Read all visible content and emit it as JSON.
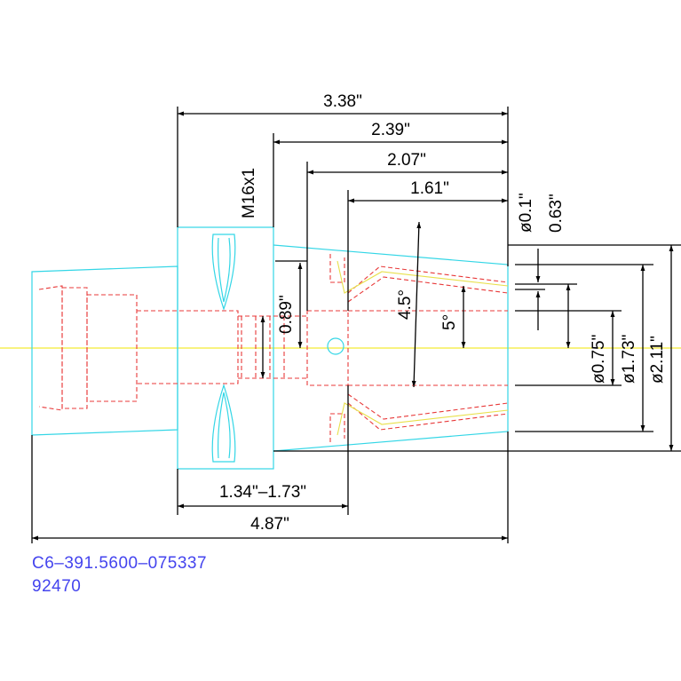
{
  "colors": {
    "outline": "#33d6e6",
    "hidden": "#e83a3a",
    "dimension": "#000000",
    "centerline": "#f2e600",
    "taper": "#e8e04a",
    "title": "#4444ee"
  },
  "dimensions": {
    "overall_holder": "3.38\"",
    "gauge_to_front": "2.39\"",
    "bore_depth": "2.07\"",
    "taper_length": "1.61\"",
    "thread": "M16x1",
    "thread_dia": "0.89\"",
    "angle_a": "4.5°",
    "angle_b": "5°",
    "dia_small": "ø0.1\"",
    "offset": "0.63\"",
    "dia_bore": "ø0.75\"",
    "dia_mid": "ø1.73\"",
    "dia_large": "ø2.11\"",
    "adjust_range": "1.34\"–1.73\"",
    "overall_length": "4.87\""
  },
  "title_block": {
    "part_number": "C6–391.5600–075337",
    "item_number": "92470"
  }
}
